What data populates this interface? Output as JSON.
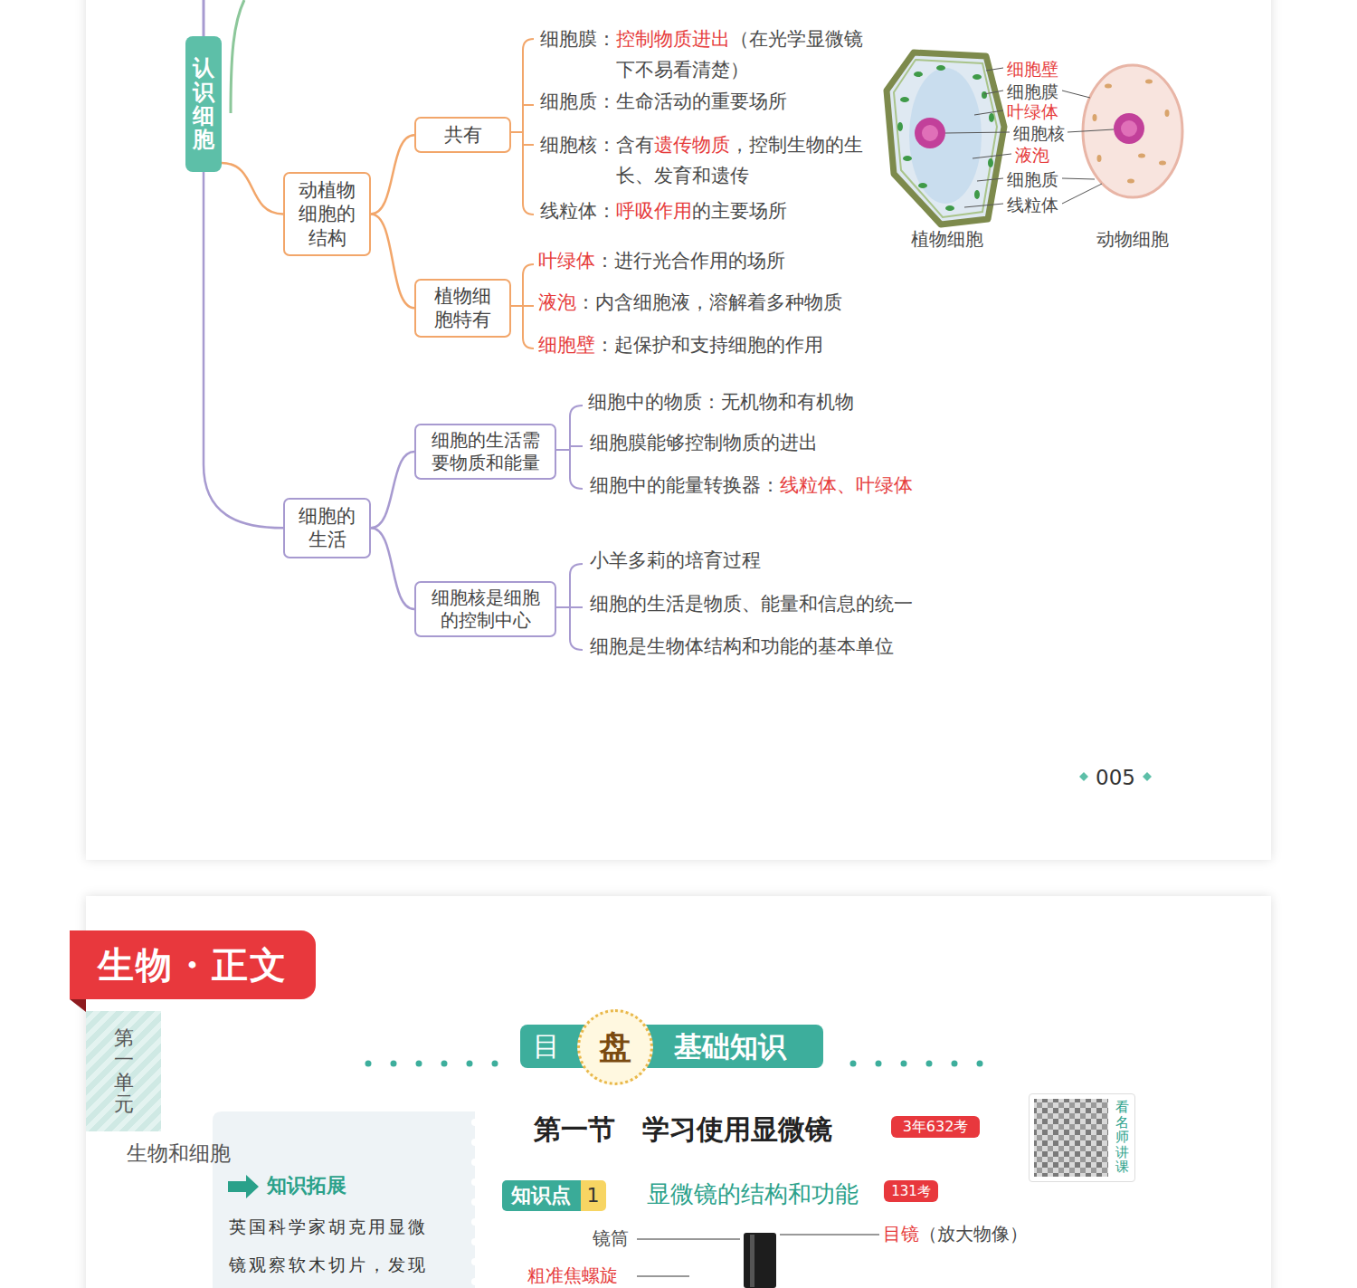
{
  "diagram": {
    "nodes": [
      {
        "text": [
          "认识细胞"
        ]
      },
      {
        "text": [
          "动植物细胞的结构"
        ]
      },
      {
        "text": [
          "共有"
        ]
      },
      {
        "text": [
          "植物细胞特有"
        ]
      },
      {
        "text": [
          "细胞的生活"
        ]
      },
      {
        "text": [
          "细胞的生活需要物质和能量"
        ]
      },
      {
        "text": [
          "细胞核是细胞的控制中心"
        ]
      },
      {
        "text": [
          "生物・正文"
        ]
      },
      {
        "text": [
          "第一单元"
        ]
      },
      {
        "text": [
          "目",
          "基础知识"
        ]
      },
      {
        "text": [
          "盘"
        ]
      },
      {
        "text": [
          "知识拓展",
          "英国科学家胡克用显微镜观察软木切片，发现"
        ]
      },
      {
        "text": [
          "3年632考"
        ]
      },
      {
        "text": [
          "看名师讲课"
        ]
      },
      {
        "text": [
          "知识点",
          "1"
        ]
      },
      {
        "text": [
          "131考"
        ]
      }
    ],
    "edges": [
      {
        "from": 0,
        "to": 1,
        "arrow": "none"
      },
      {
        "from": 0,
        "to": 4,
        "arrow": "none"
      },
      {
        "from": 1,
        "to": 2,
        "arrow": "none"
      },
      {
        "from": 1,
        "to": 3,
        "arrow": "none"
      },
      {
        "from": 4,
        "to": 5,
        "arrow": "none"
      },
      {
        "from": 4,
        "to": 6,
        "arrow": "none"
      }
    ],
    "labels": [
      "细胞膜：",
      "控制物质进出",
      "（在光学显微镜下不易看清楚）",
      "细胞质：生命活动的重要场所",
      "细胞核：含有",
      "遗传物质",
      "，控制生物的生长、发育和遗传",
      "线粒体：",
      "呼吸作用",
      "的主要场所",
      "叶绿体",
      "：进行光合作用的场所",
      "液泡",
      "：内含细胞液，溶解着多种物质",
      "细胞壁",
      "：起保护和支持细胞的作用",
      "细胞中的物质：无机物和有机物",
      "细胞膜能够控制物质的进出",
      "细胞中的能量转换器：",
      "线粒体",
      "、",
      "叶绿体",
      "小羊多莉的培育过程",
      "细胞的生活是物质、能量和信息的统一",
      "细胞是生物体结构和功能的基本单位",
      "细胞壁",
      "细胞膜",
      "叶绿体",
      "细胞核",
      "液泡",
      "细胞质",
      "线粒体",
      "植物细胞",
      "动物细胞",
      "005",
      "生物和细胞",
      "第一节　学习使用显微镜",
      "显微镜的结构和功能",
      "镜筒",
      "目镜",
      "（放大物像）",
      "粗准焦螺旋"
    ]
  }
}
